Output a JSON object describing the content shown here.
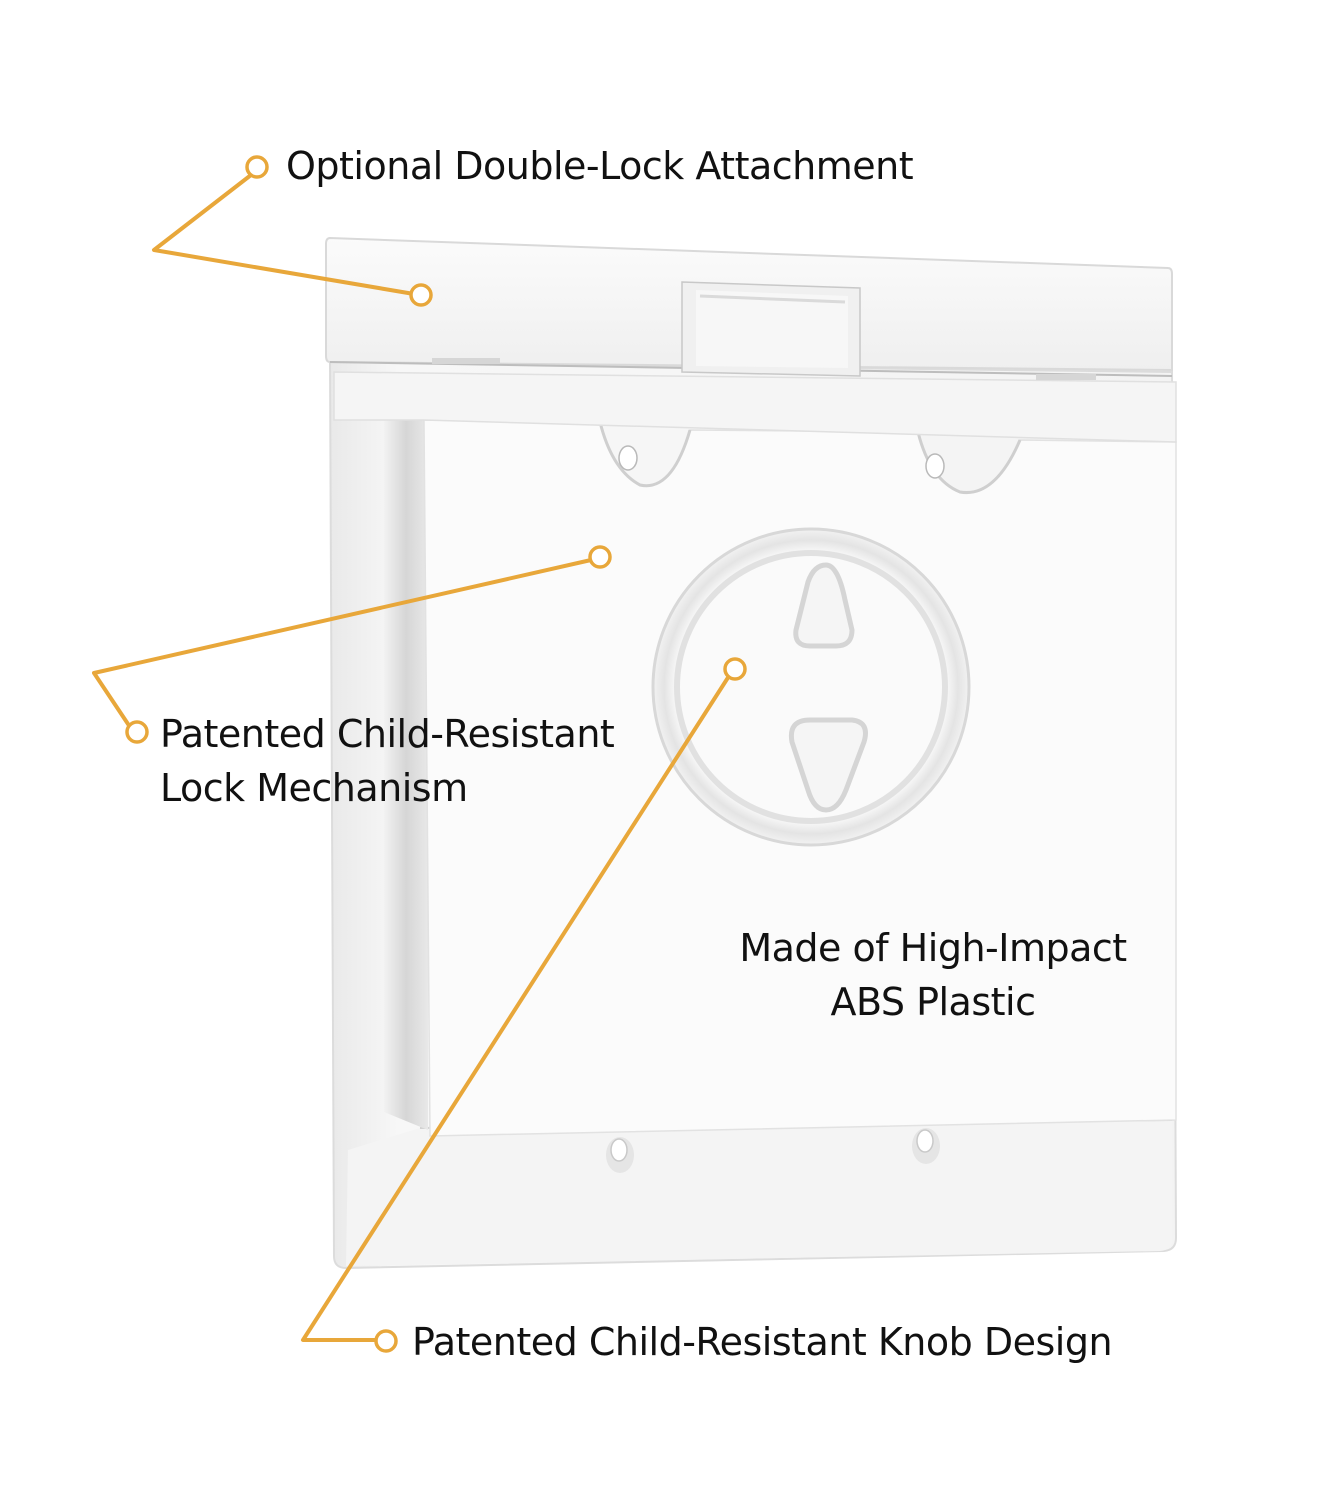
{
  "diagram": {
    "subject": "Outdoor outlet cover (white)",
    "accent_color": "#E8A73A",
    "callouts": [
      {
        "id": "double-lock",
        "text": "Optional Double-Lock Attachment",
        "lines": [
          "Optional Double-Lock Attachment"
        ]
      },
      {
        "id": "lock-mechanism",
        "text": "Patented Child-Resistant Lock Mechanism",
        "lines": [
          "Patented Child-Resistant",
          "Lock Mechanism"
        ]
      },
      {
        "id": "material",
        "text": "Made of High-Impact ABS Plastic",
        "lines": [
          "Made of High-Impact",
          "ABS Plastic"
        ]
      },
      {
        "id": "knob-design",
        "text": "Patented Child-Resistant Knob Design",
        "lines": [
          "Patented Child-Resistant Knob Design"
        ]
      }
    ]
  }
}
